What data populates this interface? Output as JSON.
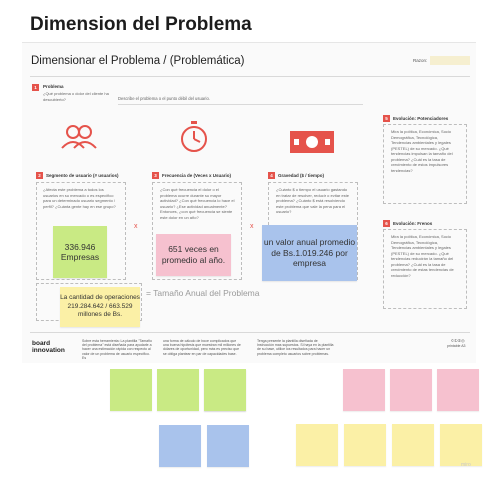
{
  "page_title": "Dimension del Problema",
  "board": {
    "title": "Dimensionar el Problema / (Problemática)",
    "razon_label": "Razon:",
    "problem": {
      "number": "1",
      "label": "Problema",
      "question": "¿Qué problema o dolor del cliente ha descubierto?",
      "placeholder": "Describe el problema o el punto débil del usuario."
    },
    "segments": [
      {
        "number": "2",
        "label": "Segmento de usuario (# usuarios)",
        "questions": "¿Afecta este problema a todos los usuarios en su mercado o es específico para un determinado usuario segmento / perfil? ¿Cuánta gente hay en ese grupo?",
        "icon": "users-icon",
        "sticky": "336.946 Empresas"
      },
      {
        "number": "3",
        "label": "Frecuencia de (Veces x Usuario)",
        "questions": "¿Con qué frecuencia el dolor o el problema ocurre durante su mayor actividad? ¿Con qué frecuencia lo hace el usuario? ¿Ese actividad anualmente? Entonces, ¿con qué frecuencia se siente este dolor en un año?",
        "icon": "stopwatch-icon",
        "sticky": "651 veces en promedio al año."
      },
      {
        "number": "4",
        "label": "Gravedad ($ / tiempo)",
        "questions": "¿Cuánto $ o tiempo el usuario gastando en tratar de resolver, reducir o evitar este problema? ¿Cuánto $ está resolviendo este problema que vale la pena para el usuario?",
        "icon": "money-icon",
        "sticky": "un valor anual promedio de Bs.1.019.246  por empresa"
      }
    ],
    "multiply_symbol": "x",
    "total_sticky": "La cantidad de operaciones 219.284.642 / 663.529 millones de Bs.",
    "annual_size_label": "= Tamaño Anual del Problema",
    "evolutions": [
      {
        "number": "5",
        "label": "Evolución: Potenciadores",
        "text": "Mira la política, Económica, Socio Demográfica, Tecnológica, Tendencias ambientales y legales (PESTEL) de su mercado. ¿Qué tendencias impulsan la tamaño del problema? ¿Cuál es la tasa de crecimiento de estos impulsores tendencias?"
      },
      {
        "number": "6",
        "label": "Evolución: Frenos",
        "text": "Mira la política, Económica, Socio Demográfica, Tecnológica, Tendencias ambientales y legales (PESTEL) de su mercado. ¿Qué tendencias reducirán la tamaño del problema? ¿Cuál es la tasa de crecimiento de estas tendencias de reducción?"
      }
    ],
    "footer": {
      "logo_line1": "board",
      "logo_line2": "innovation",
      "col1": "Sobre esta herramienta: La plantilla \"Tamaño del problema\" está diseñada para ayudarle a hacer una estimación rápida con respecto al valor de un problema de usuario específico. Es",
      "col2": "una forma de cálculo de boce complicados que una buena hipótesis que muestran mil millones de dólares de oportunidad, pero más es preciso que se obliga plantear en par de capacidades base.",
      "col3": "Tenga presente la plantilla diseñada de Instrucción mas supuestos. Si haya en la plantilla de su base, utilice los resultados para hacer un problema completo usuarios sobre problemas.",
      "license_line1": "©①⑤◎",
      "license_line2": "printable A3"
    }
  },
  "loose_stickies": {
    "green": [
      "",
      "",
      "",
      ""
    ],
    "blue": [
      "",
      ""
    ],
    "pink": [
      "",
      "",
      ""
    ],
    "yellow": [
      "",
      "",
      "",
      ""
    ]
  },
  "watermark": "miro",
  "colors": {
    "accent_red": "#e5534b",
    "sticky_green": "#c9ea84",
    "sticky_pink": "#f6c1cf",
    "sticky_blue": "#a9c3ec",
    "sticky_yellow": "#fbf0a6"
  }
}
